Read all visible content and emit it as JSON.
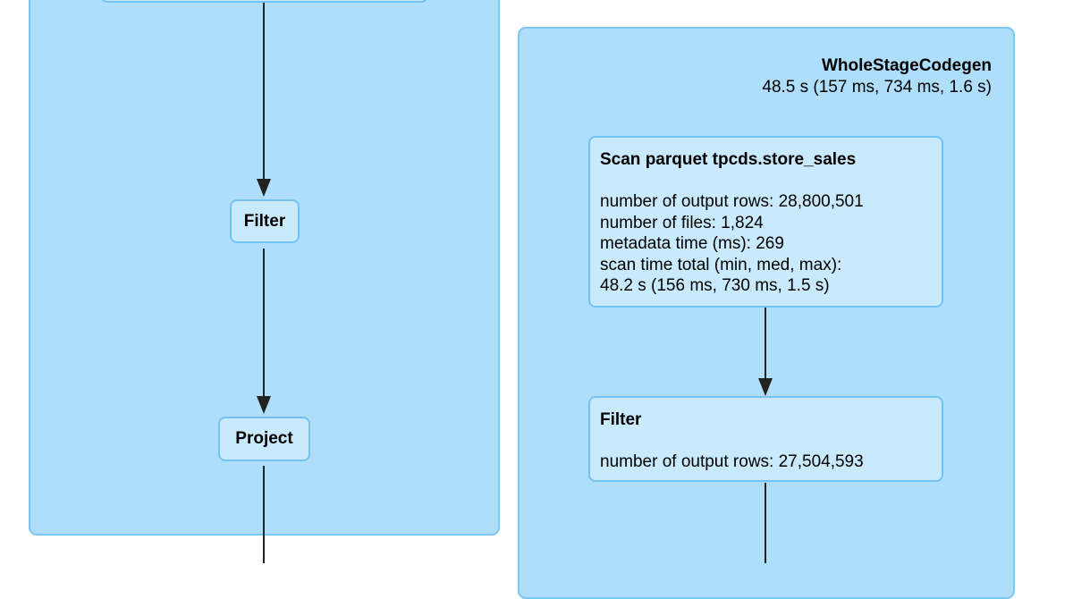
{
  "left_cluster": {
    "nodes": [
      {
        "label": "Filter"
      },
      {
        "label": "Project"
      }
    ]
  },
  "right_cluster": {
    "title": "WholeStageCodegen",
    "metric": "48.5 s (157 ms, 734 ms, 1.6 s)",
    "scan_node": {
      "title": "Scan parquet tpcds.store_sales",
      "metrics": [
        "number of output rows: 28,800,501",
        "number of files: 1,824",
        "metadata time (ms): 269",
        "scan time total (min, med, max):",
        "48.2 s (156 ms, 730 ms, 1.5 s)"
      ]
    },
    "filter_node": {
      "title": "Filter",
      "metrics": [
        "number of output rows: 27,504,593"
      ]
    }
  },
  "colors": {
    "cluster_fill": "#aedefa",
    "node_fill": "#c9e9fc",
    "border": "#74c2f2",
    "edge": "#222222"
  }
}
